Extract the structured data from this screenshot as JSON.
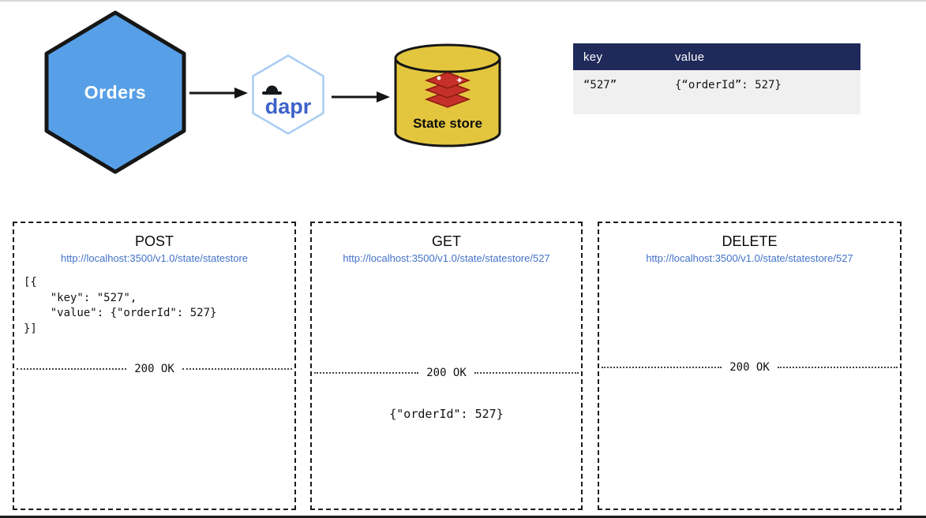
{
  "diagram": {
    "app": {
      "label": "Orders"
    },
    "sidecar": {
      "label": "dapr"
    },
    "store": {
      "label": "State store"
    }
  },
  "state_table": {
    "headers": [
      "key",
      "value"
    ],
    "row": {
      "key": "“527”",
      "value": "{“orderId”: 527}"
    }
  },
  "requests": [
    {
      "method": "POST",
      "url": "http://localhost:3500/v1.0/state/statestore",
      "body": "[{\n    \"key\": \"527\",\n    \"value\": {\"orderId\": 527}\n}]",
      "status": "200 OK",
      "response_body": ""
    },
    {
      "method": "GET",
      "url": "http://localhost:3500/v1.0/state/statestore/527",
      "body": "",
      "status": "200 OK",
      "response_body": "{\"orderId\": 527}"
    },
    {
      "method": "DELETE",
      "url": "http://localhost:3500/v1.0/state/statestore/527",
      "body": "",
      "status": "200 OK",
      "response_body": ""
    }
  ],
  "colors": {
    "app_hexagon_fill": "#57A0E8",
    "dapr_text_blue": "#3D63C9",
    "dapr_hexagon_border": "#A9CDF4",
    "store_cylinder_fill": "#E4C63E",
    "redis_red": "#C6302B",
    "table_header_bg": "#1F2A5A",
    "table_row_bg": "#F0F0F0",
    "url_blue": "#4372C8",
    "arrow_black": "#141414"
  }
}
